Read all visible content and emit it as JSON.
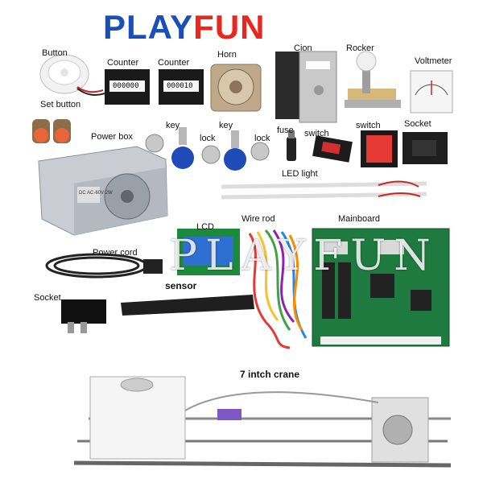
{
  "logo": {
    "part1": "PLAY",
    "part2": "FUN"
  },
  "watermark": "PLAYFUN",
  "labels": {
    "button": "Button",
    "set_button": "Set button",
    "counter1": "Counter",
    "counter2": "Counter",
    "horn": "Horn",
    "coin": "Cion",
    "rocker": "Rocker",
    "voltmeter": "Voltmeter",
    "power_box": "Power box",
    "key1": "key",
    "lock1": "lock",
    "key2": "key",
    "lock2": "lock",
    "fuse": "fuse",
    "switch1": "switch",
    "switch2": "switch",
    "socket_top": "Socket",
    "led_light": "LED light",
    "lcd": "LCD",
    "wire_rod": "Wire rod",
    "mainboard": "Mainboard",
    "power_cord": "Power cord",
    "sensor": "sensor",
    "socket_bottom": "Socket",
    "crane": "7 intch crane"
  },
  "counter_digits": [
    "000000",
    "000010"
  ],
  "psu_label": "DC AC-60V 2W"
}
